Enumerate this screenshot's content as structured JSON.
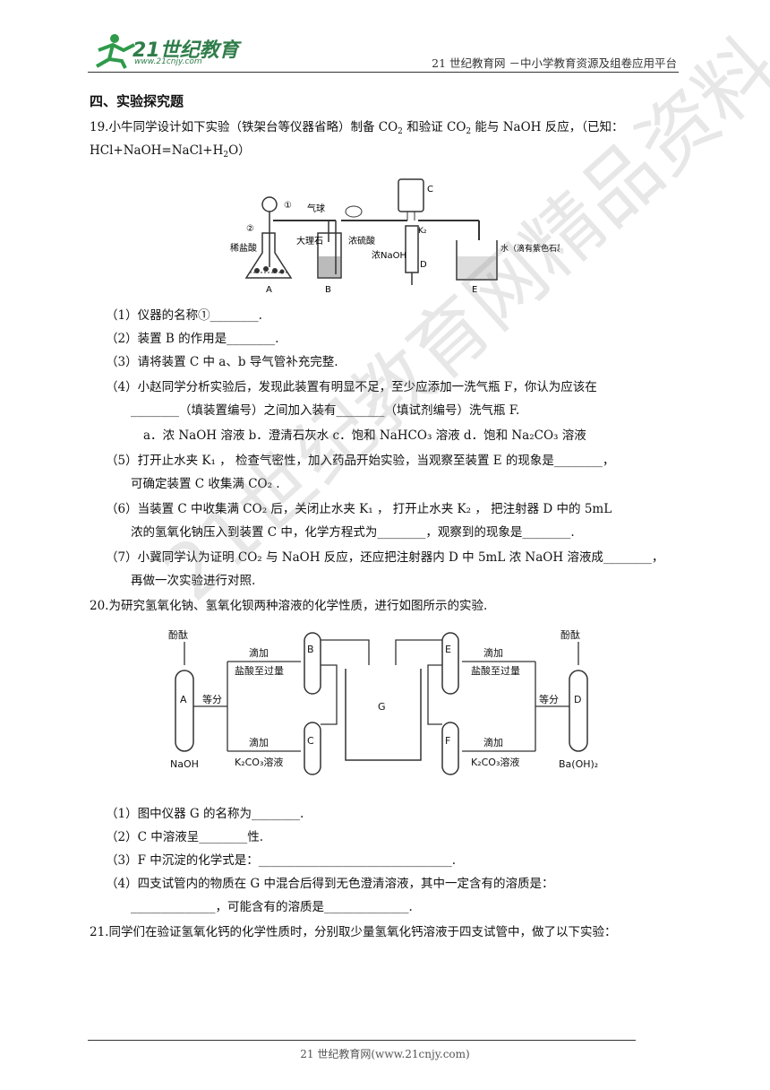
{
  "header": {
    "logo_text": "21世纪教育",
    "logo_url": "www.21cnjy.com",
    "site": "21 世纪教育网 －中小学教育资源及组卷应用平台"
  },
  "section_title": "四、实验探究题",
  "q19": {
    "l1a": "19.小牛同学设计如下实验（铁架台等仪器省略）制备 CO",
    "l1b": " 和验证 CO",
    "l1c": " 能与 NaOH 反应，（已知：",
    "l2a": "HCl+NaOH=NaCl+H",
    "l2b": "O）",
    "fig": {
      "c1": "①",
      "c2": "②",
      "gas": "气球",
      "acid": "稀盐酸",
      "marble": "大理石",
      "h2so4": "浓硫酸",
      "naoh": "浓NaOH",
      "k2": "K₂",
      "water": "水（滴有紫色石蕊溶液）",
      "A": "A",
      "B": "B",
      "C": "C",
      "D": "D",
      "E": "E"
    },
    "p1": "（1）仪器的名称①________.",
    "p2": "（2）装置 B 的作用是________.",
    "p3": "（3）请将装置 C 中 a、b 导气管补充完整.",
    "p4a": "（4）小赵同学分析实验后，发现此装置有明显不足，至少应添加一洗气瓶 F，你认为应该在",
    "p4b": "________（填装置编号）之间加入装有________（填试剂编号）洗气瓶 F.",
    "p4c": "a．浓 NaOH 溶液 b．澄清石灰水 c．饱和 NaHCO₃ 溶液 d．饱和 Na₂CO₃ 溶液",
    "p5a": "（5）打开止水夹 K₁ ，  检查气密性，加入药品开始实验，当观察至装置 E 的现象是________，",
    "p5b": "可确定装置 C 收集满 CO₂ .",
    "p6a": "（6）当装置 C 中收集满 CO₂ 后，关闭止水夹 K₁ ，  打开止水夹 K₂ ，  把注射器 D 中的 5mL",
    "p6b": "浓的氢氧化钠压入到装置 C 中，化学方程式为________，观察到的现象是________.",
    "p7a": "（7）小冀同学认为证明 CO₂ 与 NaOH 反应，还应把注射器内 D 中 5mL 浓 NaOH 溶液成________，",
    "p7b": "再做一次实验进行对照."
  },
  "q20": {
    "title": "20.为研究氢氧化钠、氢氧化钡两种溶液的化学性质，进行如图所示的实验.",
    "fig": {
      "phenol": "酚酞",
      "A": "A",
      "B": "B",
      "C": "C",
      "D": "D",
      "E": "E",
      "F": "F",
      "G": "G",
      "drip": "滴加",
      "hcl": "盐酸至过量",
      "k2co3": "K₂CO₃溶液",
      "equal": "等分",
      "naoh": "NaOH",
      "baoh": "Ba(OH)₂"
    },
    "p1": "（1）图中仪器 G 的名称为________.",
    "p2": "（2）C 中溶液呈________性.",
    "p3": "（3）F 中沉淀的化学式是：________________________________.",
    "p4a": "（4）四支试管内的物质在 G 中混合后得到无色澄清溶液，其中一定含有的溶质是：",
    "p4b": "______________，可能含有的溶质是______________."
  },
  "q21": {
    "title": "21.同学们在验证氢氧化钙的化学性质时，分别取少量氢氧化钙溶液于四支试管中，做了以下实验："
  },
  "watermark": "21世纪教育网精品资料",
  "footer": "21 世纪教育网(www.21cnjy.com)"
}
